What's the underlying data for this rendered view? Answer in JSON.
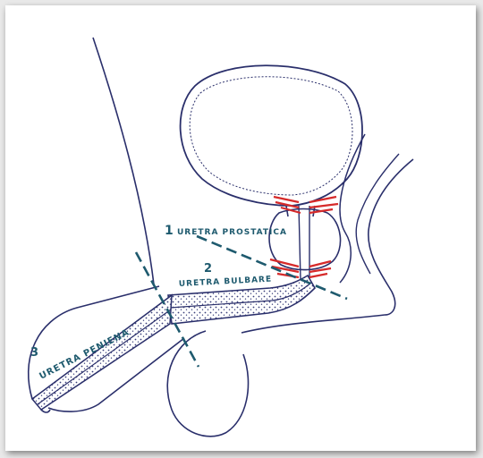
{
  "labels": {
    "prostatic": {
      "number": "1",
      "text": "URETRA PROSTATICA"
    },
    "bulbar": {
      "number": "2",
      "text": "URETRA BULBARE"
    },
    "penile": {
      "number": "3",
      "text": "URETRA PENIENA"
    }
  },
  "colors": {
    "outline": "#2a2f6b",
    "dashed": "#1e5a6e",
    "sphincter": "#d62a2a"
  }
}
